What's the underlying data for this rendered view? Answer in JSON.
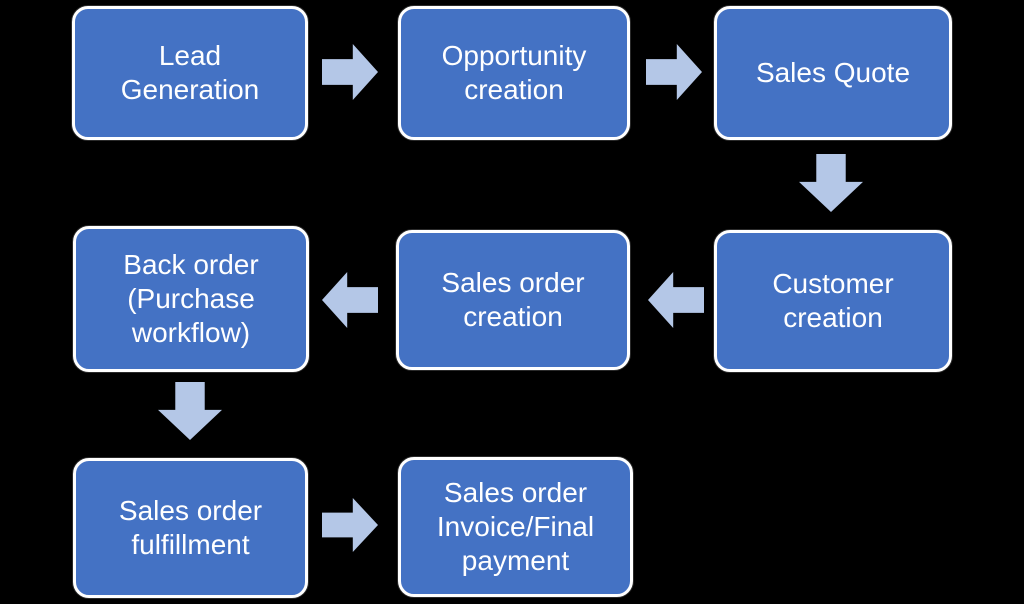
{
  "colors": {
    "background": "#000000",
    "box_fill": "#4472C4",
    "box_border": "#FFFFFF",
    "box_text": "#FFFFFF",
    "arrow_fill": "#B4C7E7"
  },
  "diagram": {
    "type": "flowchart",
    "nodes": [
      {
        "id": "lead-generation",
        "label": "Lead\nGeneration"
      },
      {
        "id": "opportunity-creation",
        "label": "Opportunity\ncreation"
      },
      {
        "id": "sales-quote",
        "label": "Sales Quote"
      },
      {
        "id": "customer-creation",
        "label": "Customer\ncreation"
      },
      {
        "id": "sales-order-creation",
        "label": "Sales order\ncreation"
      },
      {
        "id": "back-order",
        "label": "Back order\n(Purchase\nworkflow)"
      },
      {
        "id": "sales-order-fulfillment",
        "label": "Sales order\nfulfillment"
      },
      {
        "id": "sales-order-invoice",
        "label": "Sales order\nInvoice/Final\npayment"
      }
    ],
    "edges": [
      {
        "from": "lead-generation",
        "to": "opportunity-creation",
        "direction": "right"
      },
      {
        "from": "opportunity-creation",
        "to": "sales-quote",
        "direction": "right"
      },
      {
        "from": "sales-quote",
        "to": "customer-creation",
        "direction": "down"
      },
      {
        "from": "customer-creation",
        "to": "sales-order-creation",
        "direction": "left"
      },
      {
        "from": "sales-order-creation",
        "to": "back-order",
        "direction": "left"
      },
      {
        "from": "back-order",
        "to": "sales-order-fulfillment",
        "direction": "down"
      },
      {
        "from": "sales-order-fulfillment",
        "to": "sales-order-invoice",
        "direction": "right"
      }
    ]
  }
}
